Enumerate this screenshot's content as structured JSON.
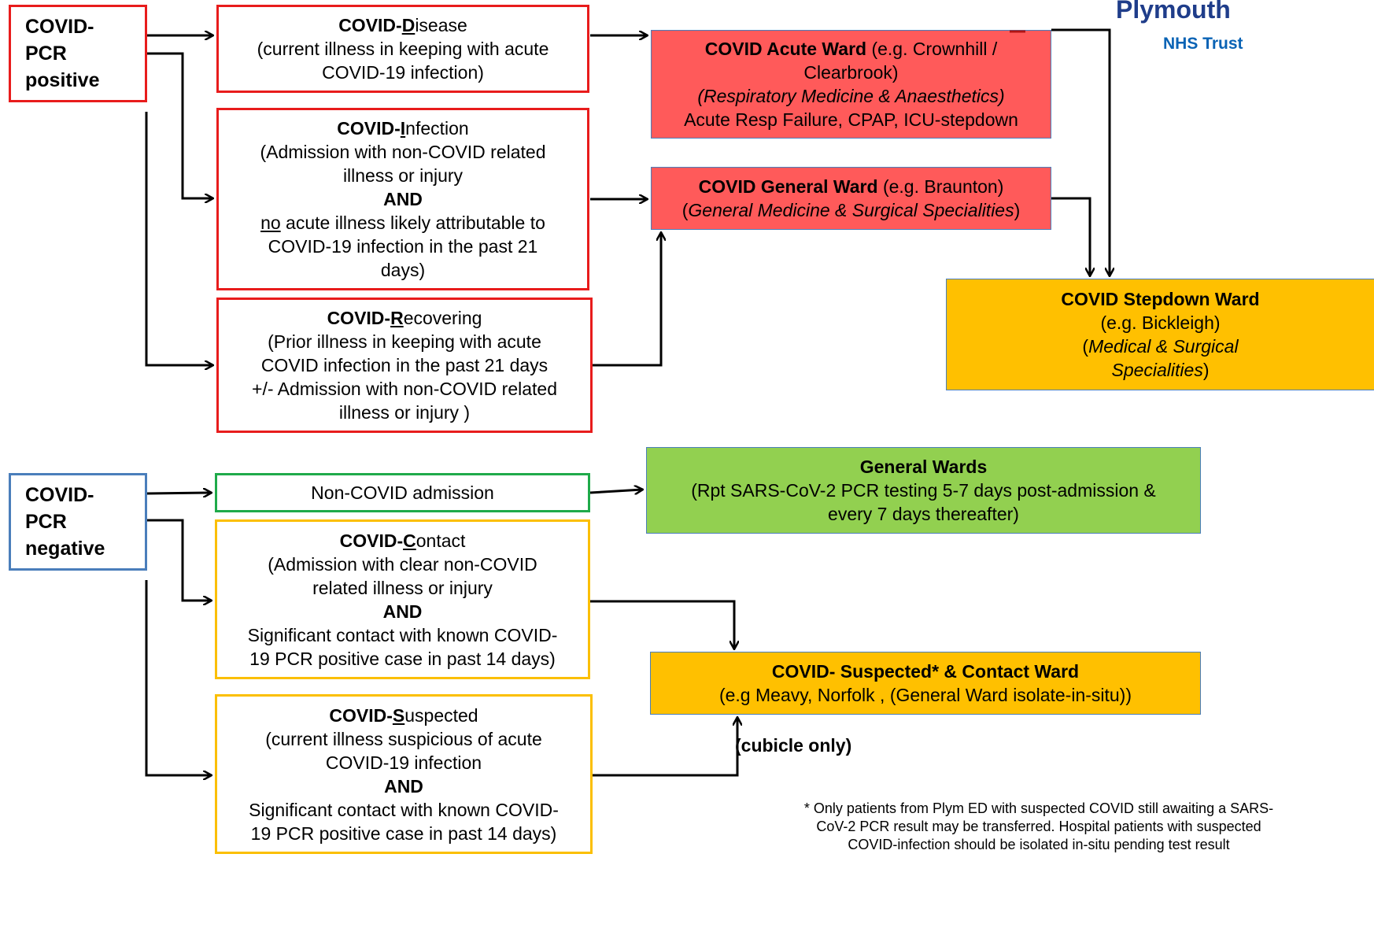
{
  "logo": {
    "line1": "Plymouth",
    "line2": "NHS Trust"
  },
  "start_positive": {
    "l1": "COVID-",
    "l2": "PCR",
    "l3": "positive"
  },
  "start_negative": {
    "l1": "COVID-",
    "l2": "PCR",
    "l3": "negative"
  },
  "disease": {
    "prefix": "COVID-",
    "letter": "D",
    "rest": "isease",
    "l1": "(current illness in keeping with acute",
    "l2": "COVID-19 infection)"
  },
  "infection": {
    "prefix": "COVID-",
    "letter": "I",
    "rest": "nfection",
    "l1": "(Admission with non-COVID related",
    "l2": "illness  or injury",
    "and": "AND",
    "no": "no",
    "l3": " acute illness likely attributable  to",
    "l4": "COVID-19 infection in the past 21",
    "l5": "days)"
  },
  "recovering": {
    "prefix": "COVID-",
    "letter": "R",
    "rest": "ecovering",
    "l1": "(Prior illness in keeping with  acute",
    "l2": "COVID infection in the past 21 days",
    "l3": "+/- Admission with non-COVID related",
    "l4": "illness or injury  )"
  },
  "non_covid": {
    "label": "Non-COVID admission"
  },
  "contact": {
    "prefix": "COVID-",
    "letter": "C",
    "rest": "ontact",
    "l1": "(Admission with clear non-COVID",
    "l2": "related illness or injury",
    "and": "AND",
    "l3": "Significant contact with known COVID-",
    "l4": "19 PCR positive case in past 14 days)"
  },
  "suspected": {
    "prefix": "COVID-",
    "letter": "S",
    "rest": "uspected",
    "l1": "(current illness suspicious of  acute",
    "l2": "COVID-19 infection",
    "and": "AND",
    "l3": "Significant contact with known COVID-",
    "l4": "19 PCR positive case in past 14 days)"
  },
  "acute_ward": {
    "title": "COVID Acute  Ward",
    "l1_rest": " (e.g. Crownhill  /",
    "l2": "Clearbrook)",
    "l3": "(Respiratory Medicine & Anaesthetics)",
    "l4": "Acute Resp Failure, CPAP, ICU-stepdown"
  },
  "general_covid_ward": {
    "title": "COVID General Ward",
    "l1_rest": " (e.g. Braunton)",
    "l2_open": "(",
    "l2_italic": "General Medicine & Surgical Specialities",
    "l2_close": ")"
  },
  "stepdown_ward": {
    "title": "COVID Stepdown Ward",
    "l1": "(e.g. Bickleigh)",
    "l2_open": "(",
    "l2_italic": "Medical & Surgical",
    "l3_italic": "Specialities",
    "l3_close": ")"
  },
  "general_wards": {
    "title": "General Wards",
    "l1": "(Rpt SARS-CoV-2 PCR testing 5-7 days post-admission &",
    "l2": "every 7 days thereafter)"
  },
  "suspected_ward": {
    "title": "COVID- Suspected* & Contact Ward",
    "l1": "(e.g  Meavy, Norfolk , (General Ward isolate-in-situ))"
  },
  "cubicle": "(cubicle only)",
  "footnote": {
    "l1": "* Only patients from Plym ED with suspected COVID still awaiting a SARS-",
    "l2": "CoV-2 PCR result may be transferred. Hospital patients with suspected",
    "l3": "COVID-infection  should be isolated in-situ pending test result"
  },
  "colors": {
    "pcr_positive_border": "#e81c1c",
    "pcr_negative_border": "#4a7ebb",
    "non_covid_border": "#1faa4a",
    "contact_border": "#fbbf00",
    "acute_ward_fill": "#ff5a5a",
    "stepdown_fill": "#ffc000",
    "general_wards_fill": "#92d050"
  }
}
